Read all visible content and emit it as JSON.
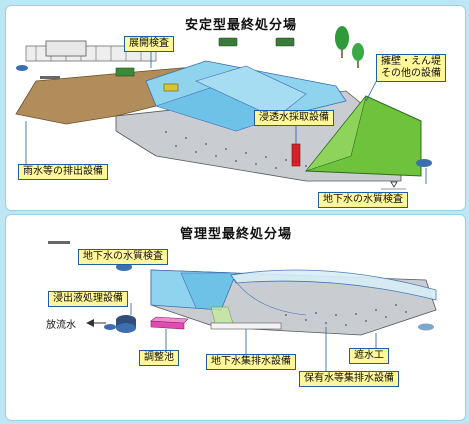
{
  "top_panel": {
    "title": "安定型最終処分場",
    "labels": {
      "inspection": "展開検査",
      "wall_line1": "擁壁・えん堤",
      "wall_line2": "その他の設備",
      "seepage": "浸透水採取設備",
      "rainwater": "雨水等の排出設備",
      "groundwater": "地下水の水質検査"
    }
  },
  "bottom_panel": {
    "title": "管理型最終処分場",
    "labels": {
      "groundwater": "地下水の水質検査",
      "leachate": "浸出液処理設備",
      "discharge": "放流水",
      "adjust_pond": "調整池",
      "gw_drain": "地下水集排水設備",
      "shield": "遮水工",
      "retained_drain": "保有水等集排水設備"
    }
  },
  "colors": {
    "background": "#bfe6f4",
    "label_fill": "#fff79a",
    "label_border": "#1e5fa0",
    "grass": "#6fc23c",
    "water": "#8fd3ef",
    "soil": "#b08d5a",
    "gravel": "#c9ccd1"
  }
}
